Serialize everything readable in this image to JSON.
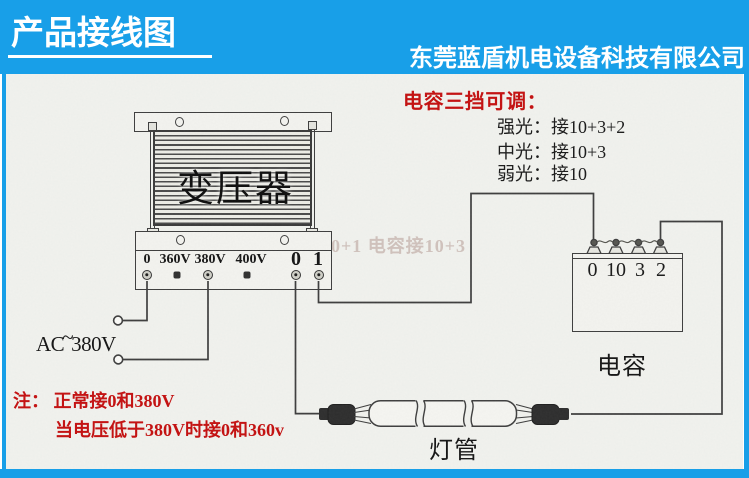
{
  "page": {
    "title": "产品接线图",
    "company": "东莞蓝盾机电设备科技有限公司",
    "accent_color": "#189fe8",
    "red_color": "#c40f0f"
  },
  "capacitor_setting_note": {
    "heading": "电容三挡可调：",
    "lines": [
      "强光：接10+3+2",
      "中光：接10+3",
      "弱光：接10"
    ]
  },
  "transformer": {
    "label": "变压器",
    "terminals": [
      "0",
      "360V",
      "380V",
      "400V",
      "0",
      "1"
    ]
  },
  "capacitor": {
    "label": "电容",
    "terminals": [
      "0",
      "10",
      "3",
      "2"
    ]
  },
  "lamp": {
    "label": "灯管"
  },
  "ac_input": {
    "prefix": "AC",
    "tilde": "~",
    "voltage": "380V"
  },
  "usage_note": {
    "line1": "注： 正常接0和380V",
    "line2": "当电压低于380V时接0和360v"
  },
  "watermark": "0+1  电容接10+3"
}
